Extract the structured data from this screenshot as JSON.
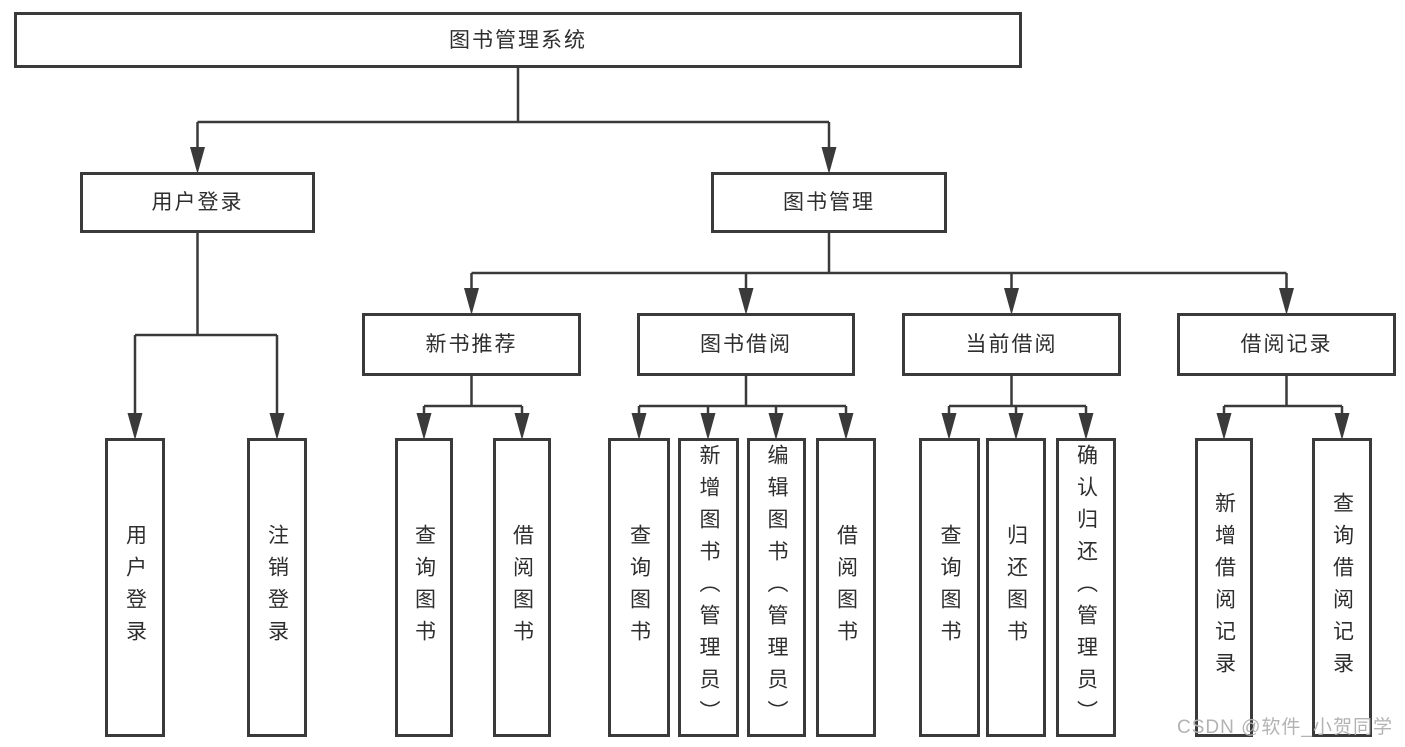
{
  "title": "图书管理系统",
  "watermark": "CSDN @软件_小贺同学",
  "colors": {
    "line": "#3a3a3a",
    "text": "#2e2e2e",
    "background": "#ffffff",
    "watermark": "#b3b3b3"
  },
  "tree": {
    "label": "图书管理系统",
    "children": [
      {
        "label": "用户登录",
        "children": [
          {
            "label": "用户登录"
          },
          {
            "label": "注销登录"
          }
        ]
      },
      {
        "label": "图书管理",
        "children": [
          {
            "label": "新书推荐",
            "children": [
              {
                "label": "查询图书"
              },
              {
                "label": "借阅图书"
              }
            ]
          },
          {
            "label": "图书借阅",
            "children": [
              {
                "label": "查询图书"
              },
              {
                "label": "新增图书（管理员）"
              },
              {
                "label": "编辑图书（管理员）"
              },
              {
                "label": "借阅图书"
              }
            ]
          },
          {
            "label": "当前借阅",
            "children": [
              {
                "label": "查询图书"
              },
              {
                "label": "归还图书"
              },
              {
                "label": "确认归还（管理员）"
              }
            ]
          },
          {
            "label": "借阅记录",
            "children": [
              {
                "label": "新增借阅记录"
              },
              {
                "label": "查询借阅记录"
              }
            ]
          }
        ]
      }
    ]
  }
}
